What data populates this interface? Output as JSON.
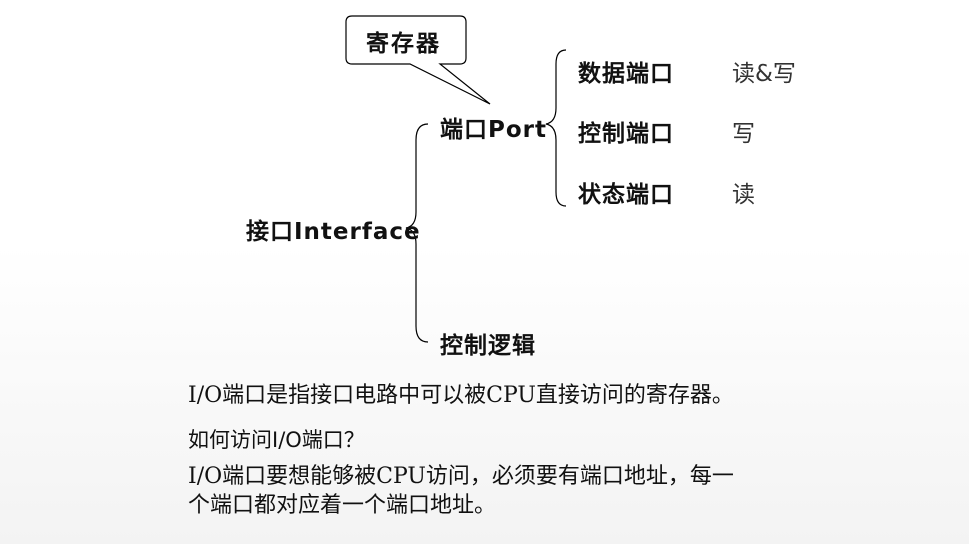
{
  "callout": {
    "text": "寄存器"
  },
  "tree": {
    "root": "接口Interface",
    "port": "端口Port",
    "logic": "控制逻辑",
    "ports": [
      {
        "name": "数据端口",
        "op": "读&写"
      },
      {
        "name": "控制端口",
        "op": "写"
      },
      {
        "name": "状态端口",
        "op": "读"
      }
    ]
  },
  "text": {
    "line1": "I/O端口是指接口电路中可以被CPU直接访问的寄存器。",
    "question": "如何访问I/O端口？",
    "answer1": "I/O端口要想能够被CPU访问，必须要有端口地址，每一",
    "answer2": "个端口都对应着一个端口地址。"
  }
}
